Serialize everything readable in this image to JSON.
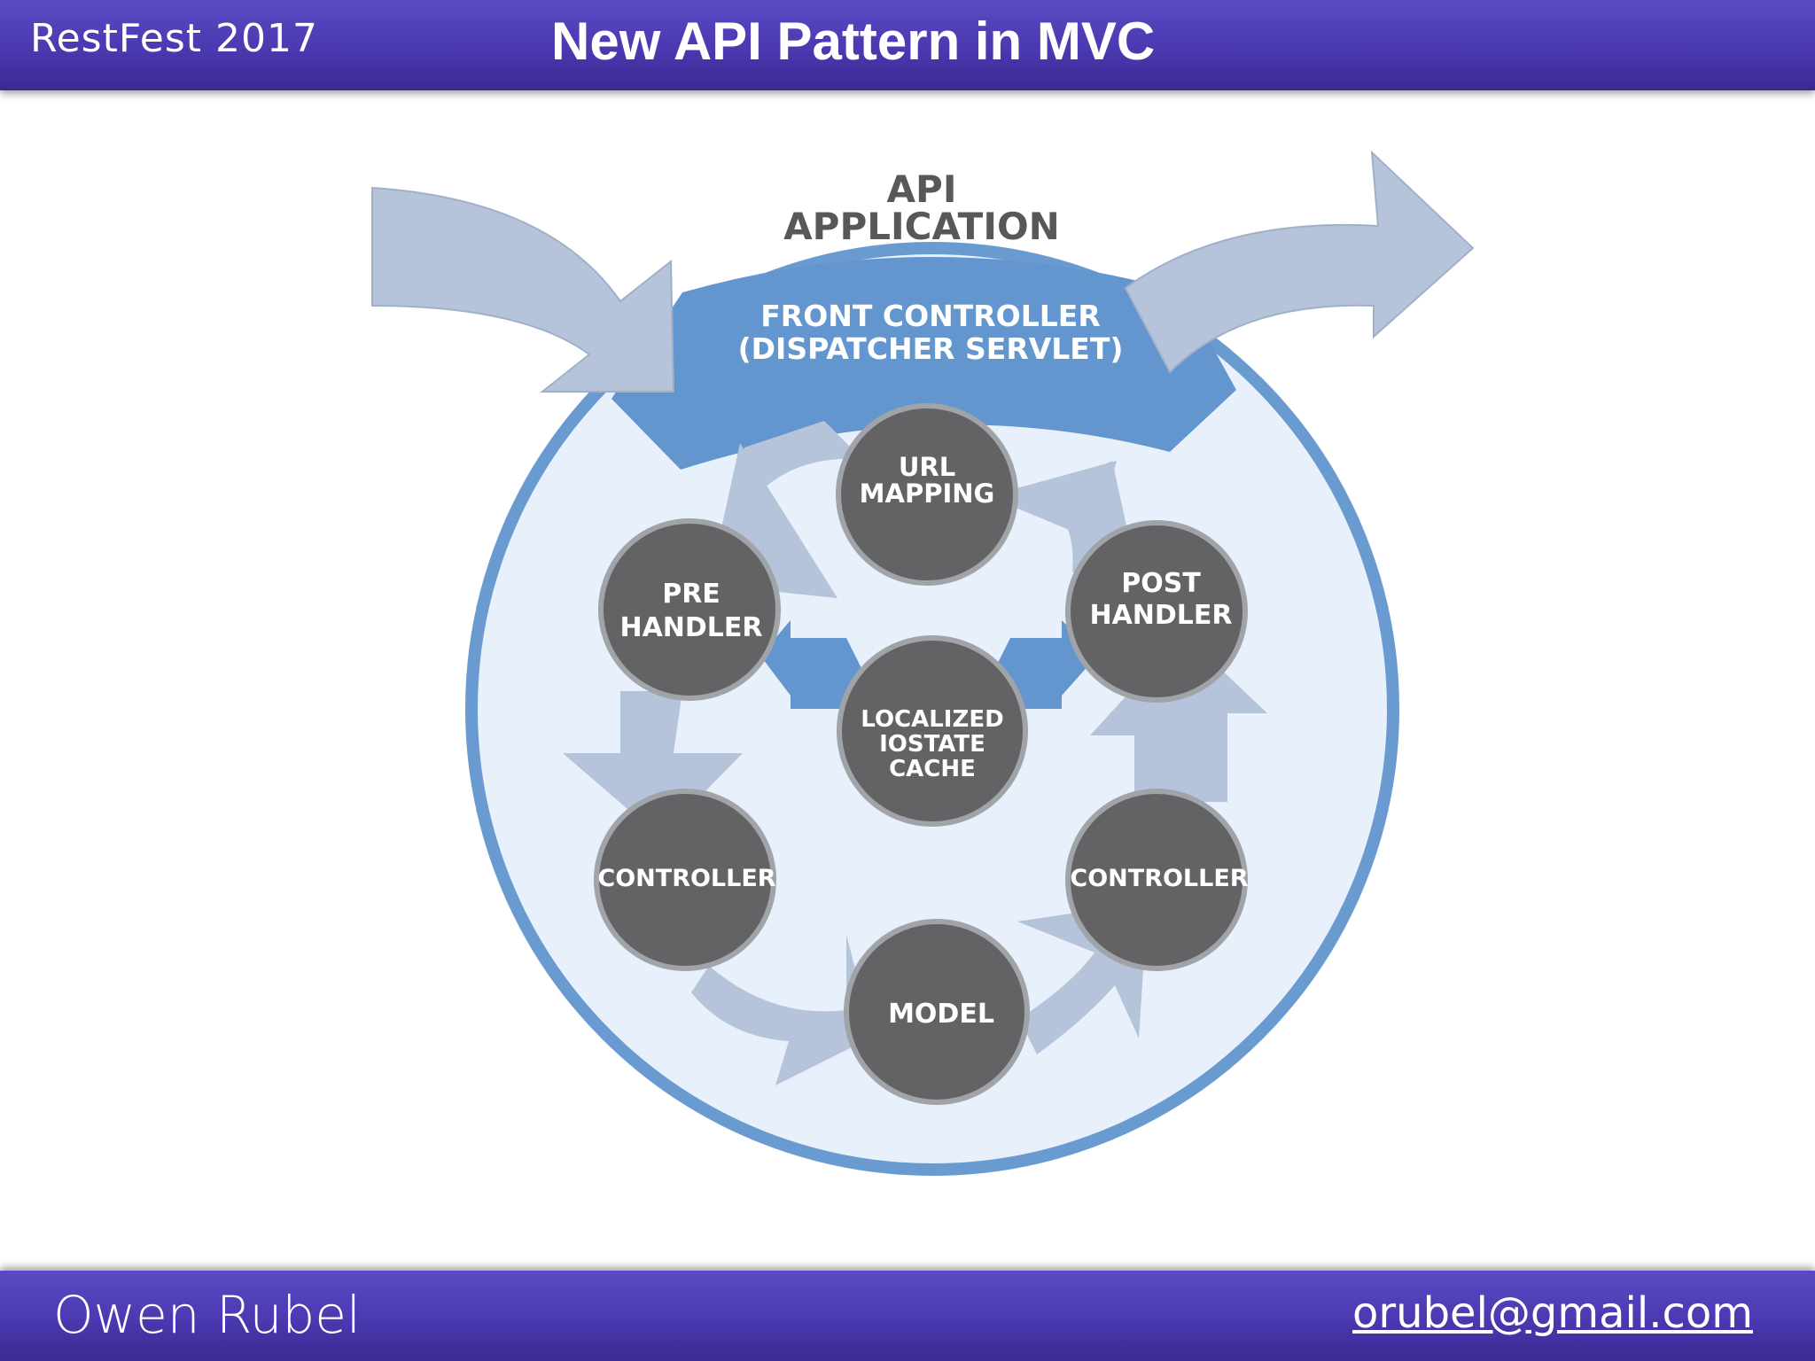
{
  "header": {
    "event": "RestFest 2017",
    "title": "New API Pattern in MVC"
  },
  "diagram": {
    "heading_line1": "API",
    "heading_line2": "APPLICATION",
    "front_controller_line1": "FRONT CONTROLLER",
    "front_controller_line2": "(DISPATCHER SERVLET)",
    "nodes": {
      "url_mapping_line1": "URL",
      "url_mapping_line2": "MAPPING",
      "pre_handler_line1": "PRE",
      "pre_handler_line2": "HANDLER",
      "post_handler_line1": "POST",
      "post_handler_line2": "HANDLER",
      "cache_line1": "LOCALIZED",
      "cache_line2": "IOSTATE",
      "cache_line3": "CACHE",
      "controller_left": "CONTROLLER",
      "controller_right": "CONTROLLER",
      "model": "MODEL"
    },
    "colors": {
      "outer_ring": "#6a9bd0",
      "inner_fill": "#e8f0fb",
      "node_fill": "#636265",
      "arrow_light": "#b5c4da",
      "arrow_blue": "#6396cf"
    }
  },
  "footer": {
    "author": "Owen Rubel",
    "email": "orubel@gmail.com"
  }
}
